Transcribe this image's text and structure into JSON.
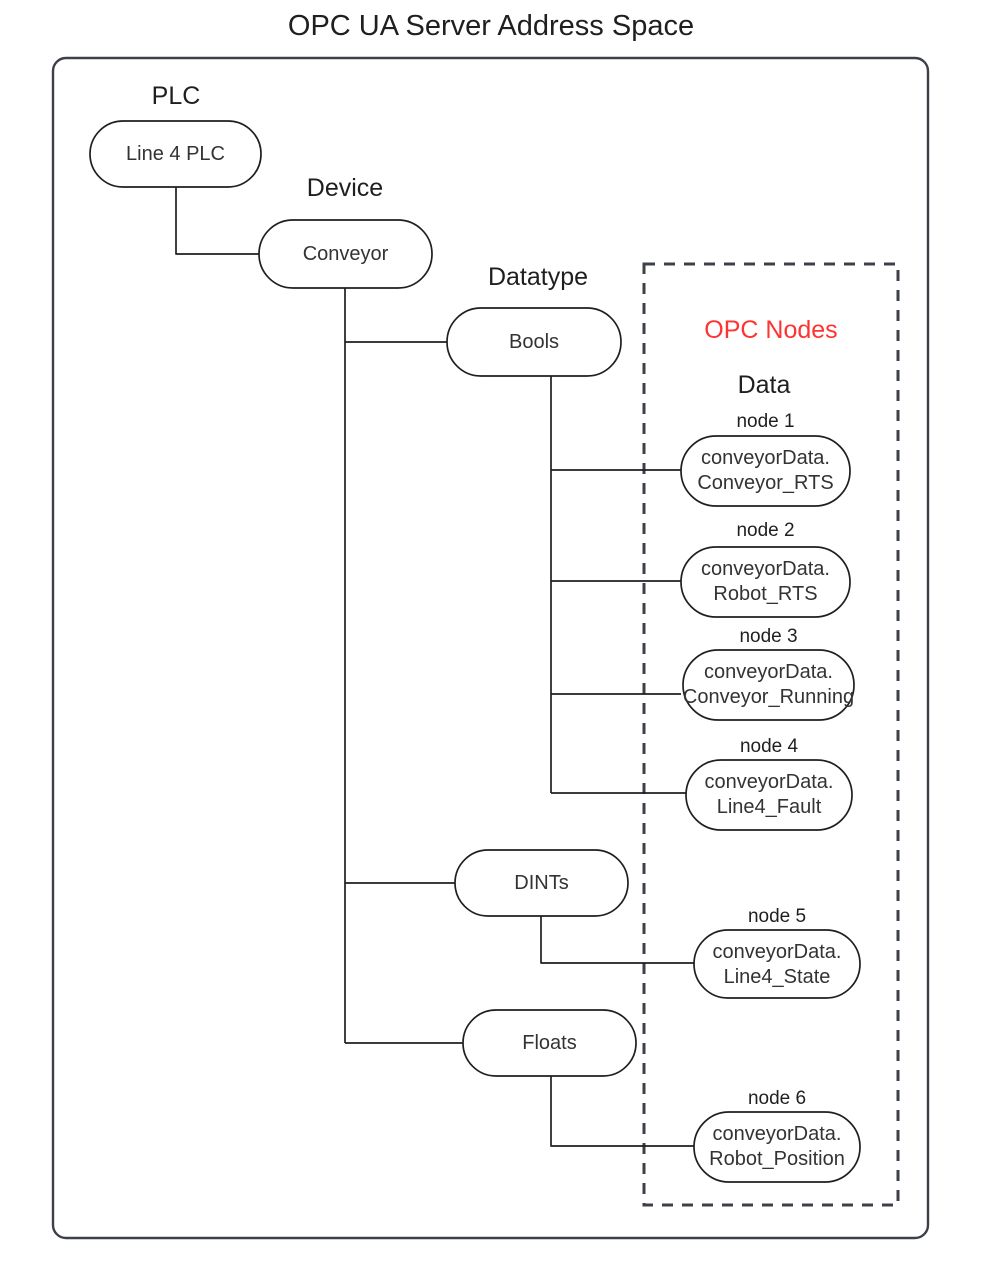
{
  "title": "OPC UA Server Address Space",
  "colors": {
    "outline": "#3c4049",
    "node_stroke": "#1f1f1f",
    "text": "#333333",
    "accent_red": "#ff3333",
    "background": "#ffffff"
  },
  "container": {
    "name": "address-space-container"
  },
  "opc_group": {
    "heading": "OPC Nodes",
    "subheading": "Data"
  },
  "group_labels": {
    "plc": "PLC",
    "device": "Device",
    "datatype": "Datatype"
  },
  "nodes": {
    "plc": "Line 4 PLC",
    "device": "Conveyor",
    "datatypes": [
      {
        "label": "Bools"
      },
      {
        "label": "DINTs"
      },
      {
        "label": "Floats"
      }
    ]
  },
  "opc_nodes": [
    {
      "caption": "node 1",
      "line1": "conveyorData.",
      "line2": "Conveyor_RTS"
    },
    {
      "caption": "node 2",
      "line1": "conveyorData.",
      "line2": "Robot_RTS"
    },
    {
      "caption": "node 3",
      "line1": "conveyorData.",
      "line2": "Conveyor_Running"
    },
    {
      "caption": "node 4",
      "line1": "conveyorData.",
      "line2": "Line4_Fault"
    },
    {
      "caption": "node 5",
      "line1": "conveyorData.",
      "line2": "Line4_State"
    },
    {
      "caption": "node 6",
      "line1": "conveyorData.",
      "line2": "Robot_Position"
    }
  ]
}
